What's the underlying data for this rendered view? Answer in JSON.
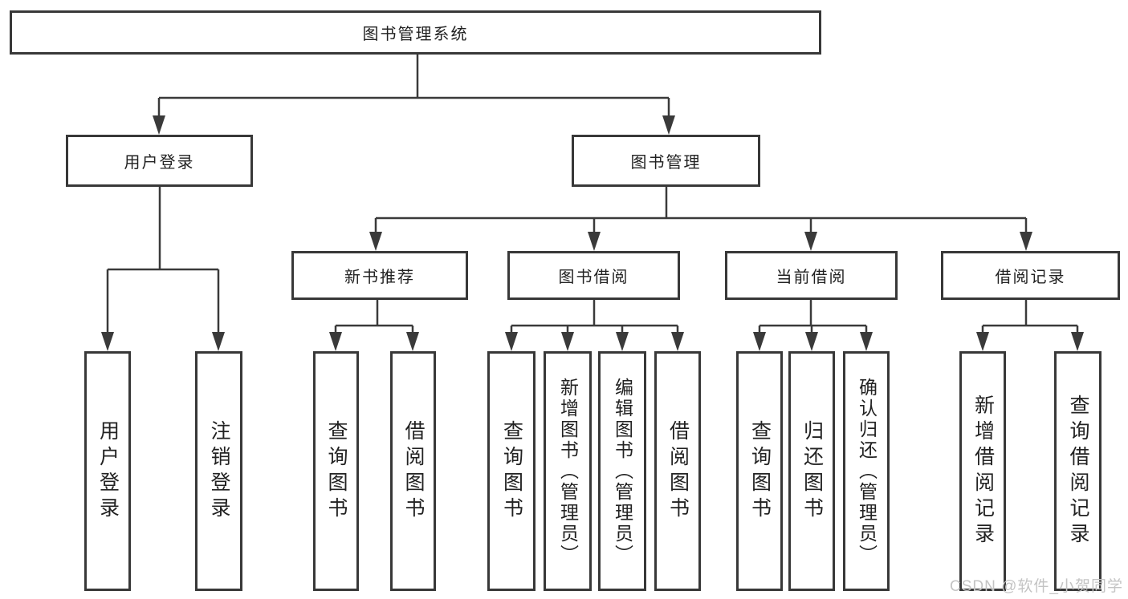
{
  "root": {
    "label": "图书管理系统"
  },
  "level2": {
    "user_login": {
      "label": "用户登录",
      "children": [
        "用户登录",
        "注销登录"
      ]
    },
    "book_mgmt": {
      "label": "图书管理"
    }
  },
  "level3": {
    "new_book": {
      "label": "新书推荐",
      "children": [
        "查询图书",
        "借阅图书"
      ]
    },
    "book_borrow": {
      "label": "图书借阅",
      "children": [
        "查询图书",
        "新增图书（管理员）",
        "编辑图书（管理员）",
        "借阅图书"
      ]
    },
    "current_borrow": {
      "label": "当前借阅",
      "children": [
        "查询图书",
        "归还图书",
        "确认归还（管理员）"
      ]
    },
    "borrow_record": {
      "label": "借阅记录",
      "children": [
        "新增借阅记录",
        "查询借阅记录"
      ]
    }
  },
  "watermark": {
    "text": "CSDN @软件_小贺同学"
  },
  "colors": {
    "line": "#3a3a3a",
    "border": "#383838",
    "text": "#222222",
    "background": "#ffffff",
    "watermark": "#c4c4c4"
  }
}
